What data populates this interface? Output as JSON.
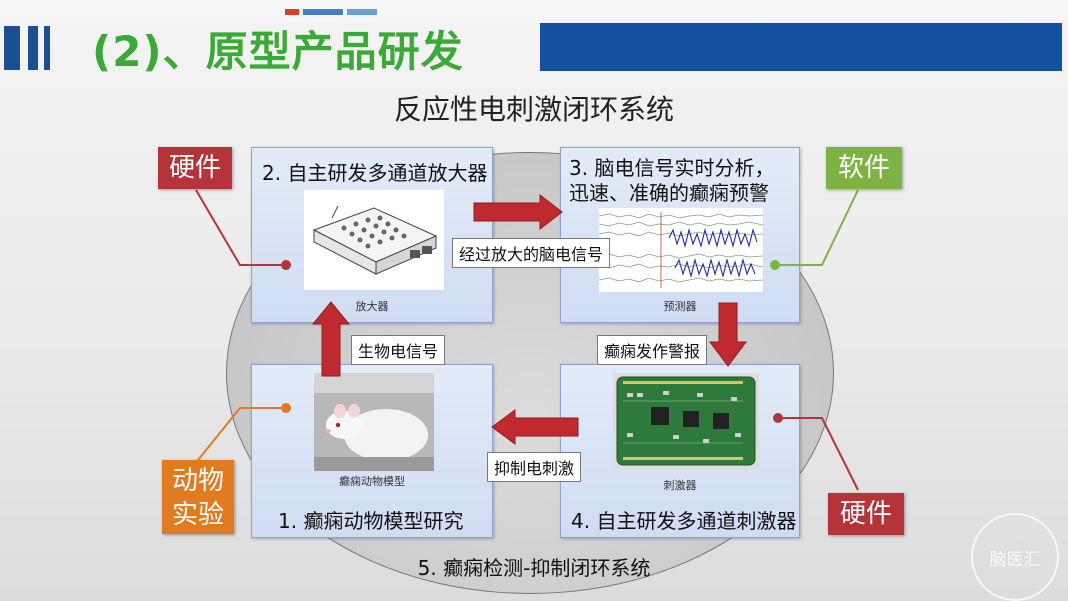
{
  "header": {
    "title": "(2)、原型产品研发",
    "accent_color": "#1450a0",
    "title_color": "#3aa936"
  },
  "subtitle": "反应性电刺激闭环系统",
  "boxes": {
    "amplifier": {
      "label": "2. 自主研发多通道放大器",
      "caption": "放大器"
    },
    "analysis": {
      "label_line1": "3. 脑电信号实时分析，",
      "label_line2": "迅速、准确的癫痫预警",
      "caption": "预测器"
    },
    "animal": {
      "label": "1. 癫痫动物模型研究",
      "caption": "癫痫动物模型"
    },
    "stimulator": {
      "label": "4. 自主研发多通道刺激器",
      "caption": "刺激器"
    }
  },
  "tags": {
    "hardware_top": "硬件",
    "software": "软件",
    "animal_line1": "动物",
    "animal_line2": "实验",
    "hardware_bottom": "硬件"
  },
  "arrow_labels": {
    "amplified_signal": "经过放大的脑电信号",
    "bio_signal": "生物电信号",
    "seizure_alarm": "癫痫发作警报",
    "suppress_stim": "抑制电刺激"
  },
  "footer": "5. 癫痫检测-抑制闭环系统",
  "watermark": "脑医汇",
  "icons": [
    "amplifier-device-icon",
    "eeg-waveform-icon",
    "rat-photo-icon",
    "circuit-board-icon"
  ]
}
